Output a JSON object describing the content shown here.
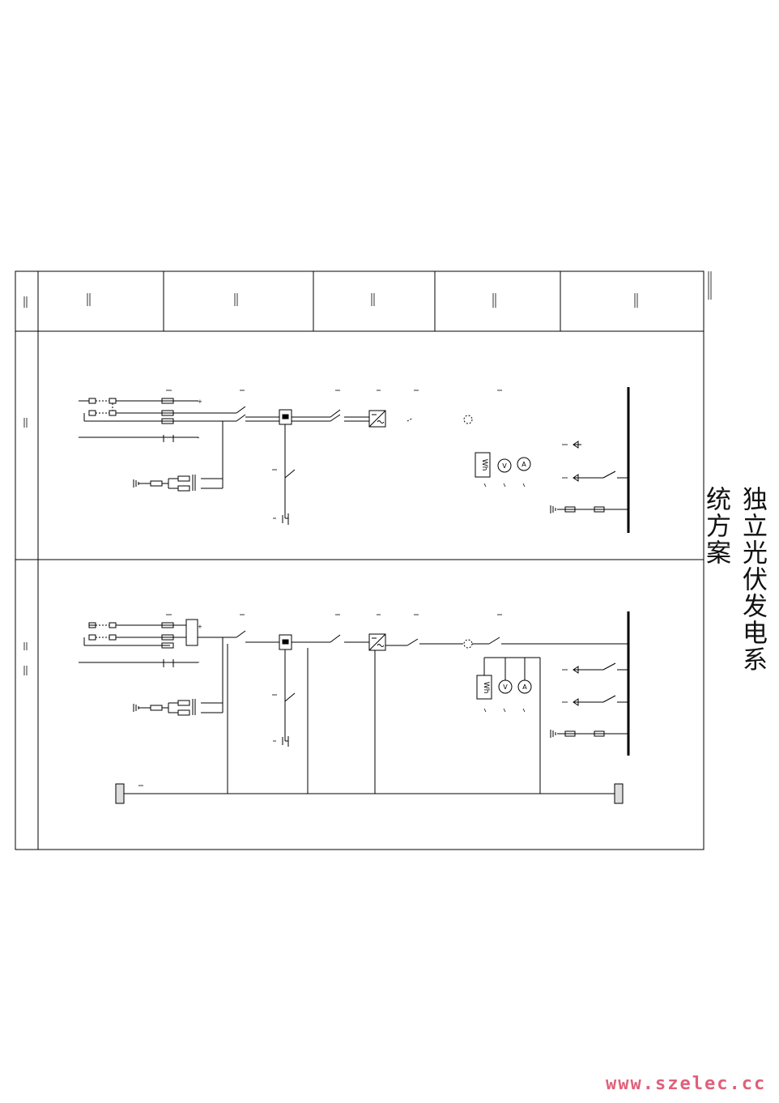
{
  "diagram": {
    "vertical_title": "独立光伏发电系统方案",
    "watermark": "www.szelec.cc",
    "watermark_color": "#e0607a",
    "line_color": "#000000",
    "meter_labels": {
      "energy": "Wh",
      "voltage": "V",
      "current": "A"
    },
    "polarity": {
      "plus": "+",
      "minus": "-"
    }
  }
}
